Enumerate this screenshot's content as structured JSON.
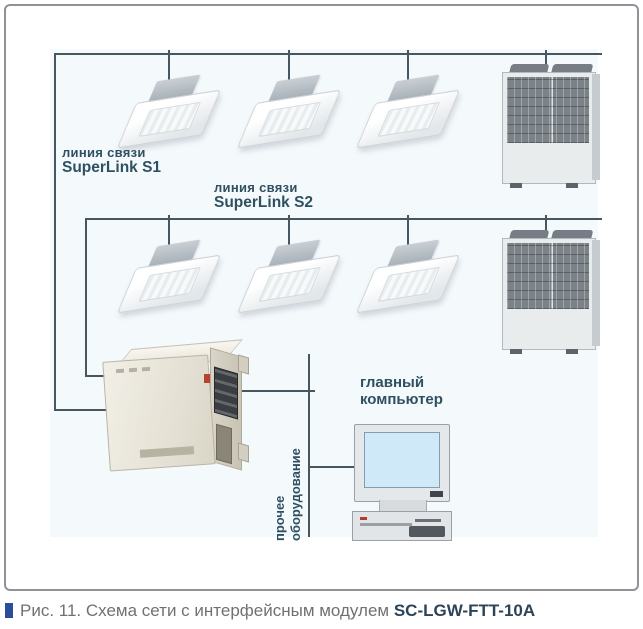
{
  "figure": {
    "caption": {
      "text": "Рис. 11. Схема сети с интерфейсным модулем ",
      "model": "SC-LGW-FTT-10A"
    },
    "labels": {
      "s1": {
        "line1": "линия связи",
        "line2": "SuperLink S1"
      },
      "s2": {
        "line1": "линия связи",
        "line2": "SuperLink S2"
      },
      "host_computer": {
        "line1": "главный",
        "line2": "компьютер"
      },
      "other_equipment": {
        "line1": "прочее",
        "line2": "оборудование"
      }
    },
    "diagram": {
      "type": "network-topology",
      "lines": [
        {
          "name": "SuperLink S1",
          "indoor_units": 3,
          "outdoor_units": 1
        },
        {
          "name": "SuperLink S2",
          "indoor_units": 3,
          "outdoor_units": 1
        }
      ],
      "interface_module": "SC-LGW-FTT-10A",
      "connected_nodes": [
        "главный компьютер",
        "прочее оборудование"
      ]
    },
    "colors": {
      "connection_line": "#47565f",
      "label_text": "#2f5061",
      "caption_text": "#6f7174",
      "caption_model": "#2d4357",
      "caption_bullet": "#2b4d9b",
      "frame_border": "#8f9296"
    }
  }
}
